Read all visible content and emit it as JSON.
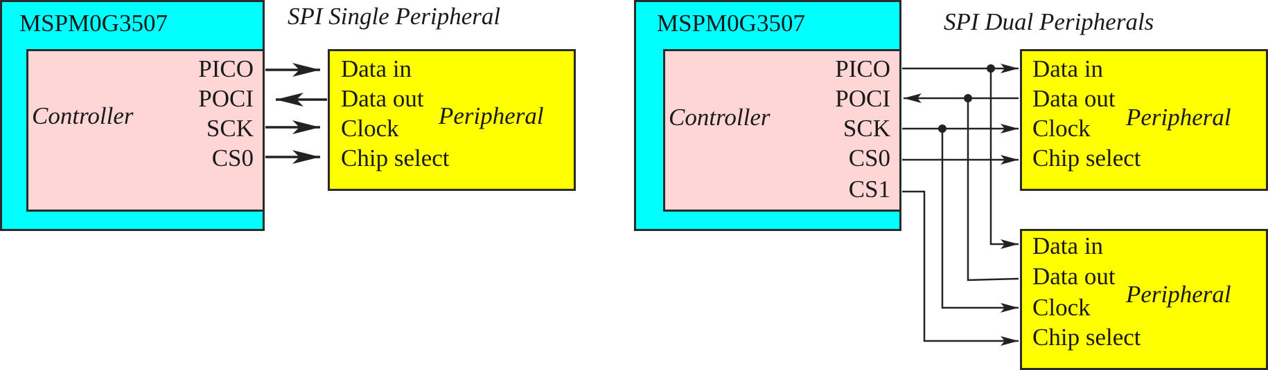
{
  "colors": {
    "mcu_fill": "#00ffff",
    "controller_fill": "#ffd6d6",
    "peripheral_fill": "#ffff00",
    "line": "#222222"
  },
  "left": {
    "title": "SPI Single Peripheral",
    "mcu_label": "MSPM0G3507",
    "controller_label": "Controller",
    "pins": [
      "PICO",
      "POCI",
      "SCK",
      "CS0"
    ],
    "peripheral": {
      "label": "Peripheral",
      "signals": [
        "Data in",
        "Data out",
        "Clock",
        "Chip select"
      ]
    }
  },
  "right": {
    "title": "SPI Dual Peripherals",
    "mcu_label": "MSPM0G3507",
    "controller_label": "Controller",
    "pins": [
      "PICO",
      "POCI",
      "SCK",
      "CS0",
      "CS1"
    ],
    "peripheral_1": {
      "label": "Peripheral",
      "signals": [
        "Data in",
        "Data out",
        "Clock",
        "Chip select"
      ]
    },
    "peripheral_2": {
      "label": "Peripheral",
      "signals": [
        "Data in",
        "Data out",
        "Clock",
        "Chip select"
      ]
    }
  }
}
